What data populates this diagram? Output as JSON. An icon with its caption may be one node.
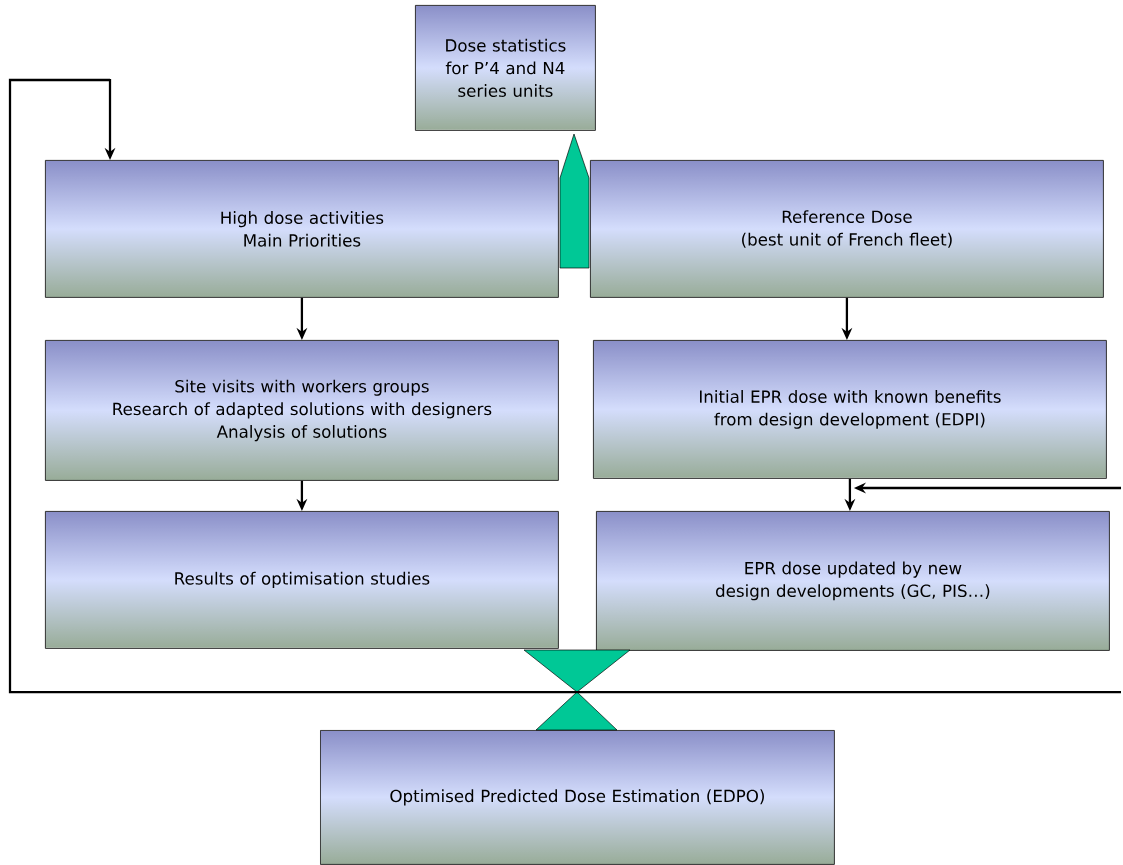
{
  "diagram": {
    "nodes": [
      {
        "text": [
          "Dose statistics for P’4 and N4 series units"
        ]
      },
      {
        "text": [
          "High dose activities",
          "Main Priorities"
        ]
      },
      {
        "text": [
          "Reference Dose",
          "(best unit of French fleet)"
        ]
      },
      {
        "text": [
          "Site visits with workers groups",
          "Research of adapted solutions with designers",
          "Analysis of solutions"
        ]
      },
      {
        "text": [
          "Initial EPR dose with known benefits from design development (EDPI)"
        ]
      },
      {
        "text": [
          "Results of optimisation studies"
        ]
      },
      {
        "text": [
          "EPR dose updated by new design developments (GC, PIS…)"
        ]
      },
      {
        "text": [
          "Optimised Predicted Dose Estimation (EDPO)"
        ]
      }
    ],
    "edges": [
      {
        "from": 1,
        "to": 0,
        "arrow": "to",
        "color": "#00c896"
      },
      {
        "from": 2,
        "to": 0,
        "arrow": "to",
        "color": "#00c896"
      },
      {
        "from": 1,
        "to": 3,
        "arrow": "to"
      },
      {
        "from": 3,
        "to": 5,
        "arrow": "to"
      },
      {
        "from": 2,
        "to": 4,
        "arrow": "to"
      },
      {
        "from": 4,
        "to": 6,
        "arrow": "to"
      },
      {
        "from": null,
        "to": 6,
        "arrow": "to"
      },
      {
        "from": 5,
        "to": 7,
        "arrow": "none",
        "color": "#00c896"
      },
      {
        "from": 6,
        "to": 7,
        "arrow": "none",
        "color": "#00c896"
      },
      {
        "from": null,
        "to": 1,
        "arrow": "to"
      }
    ]
  }
}
